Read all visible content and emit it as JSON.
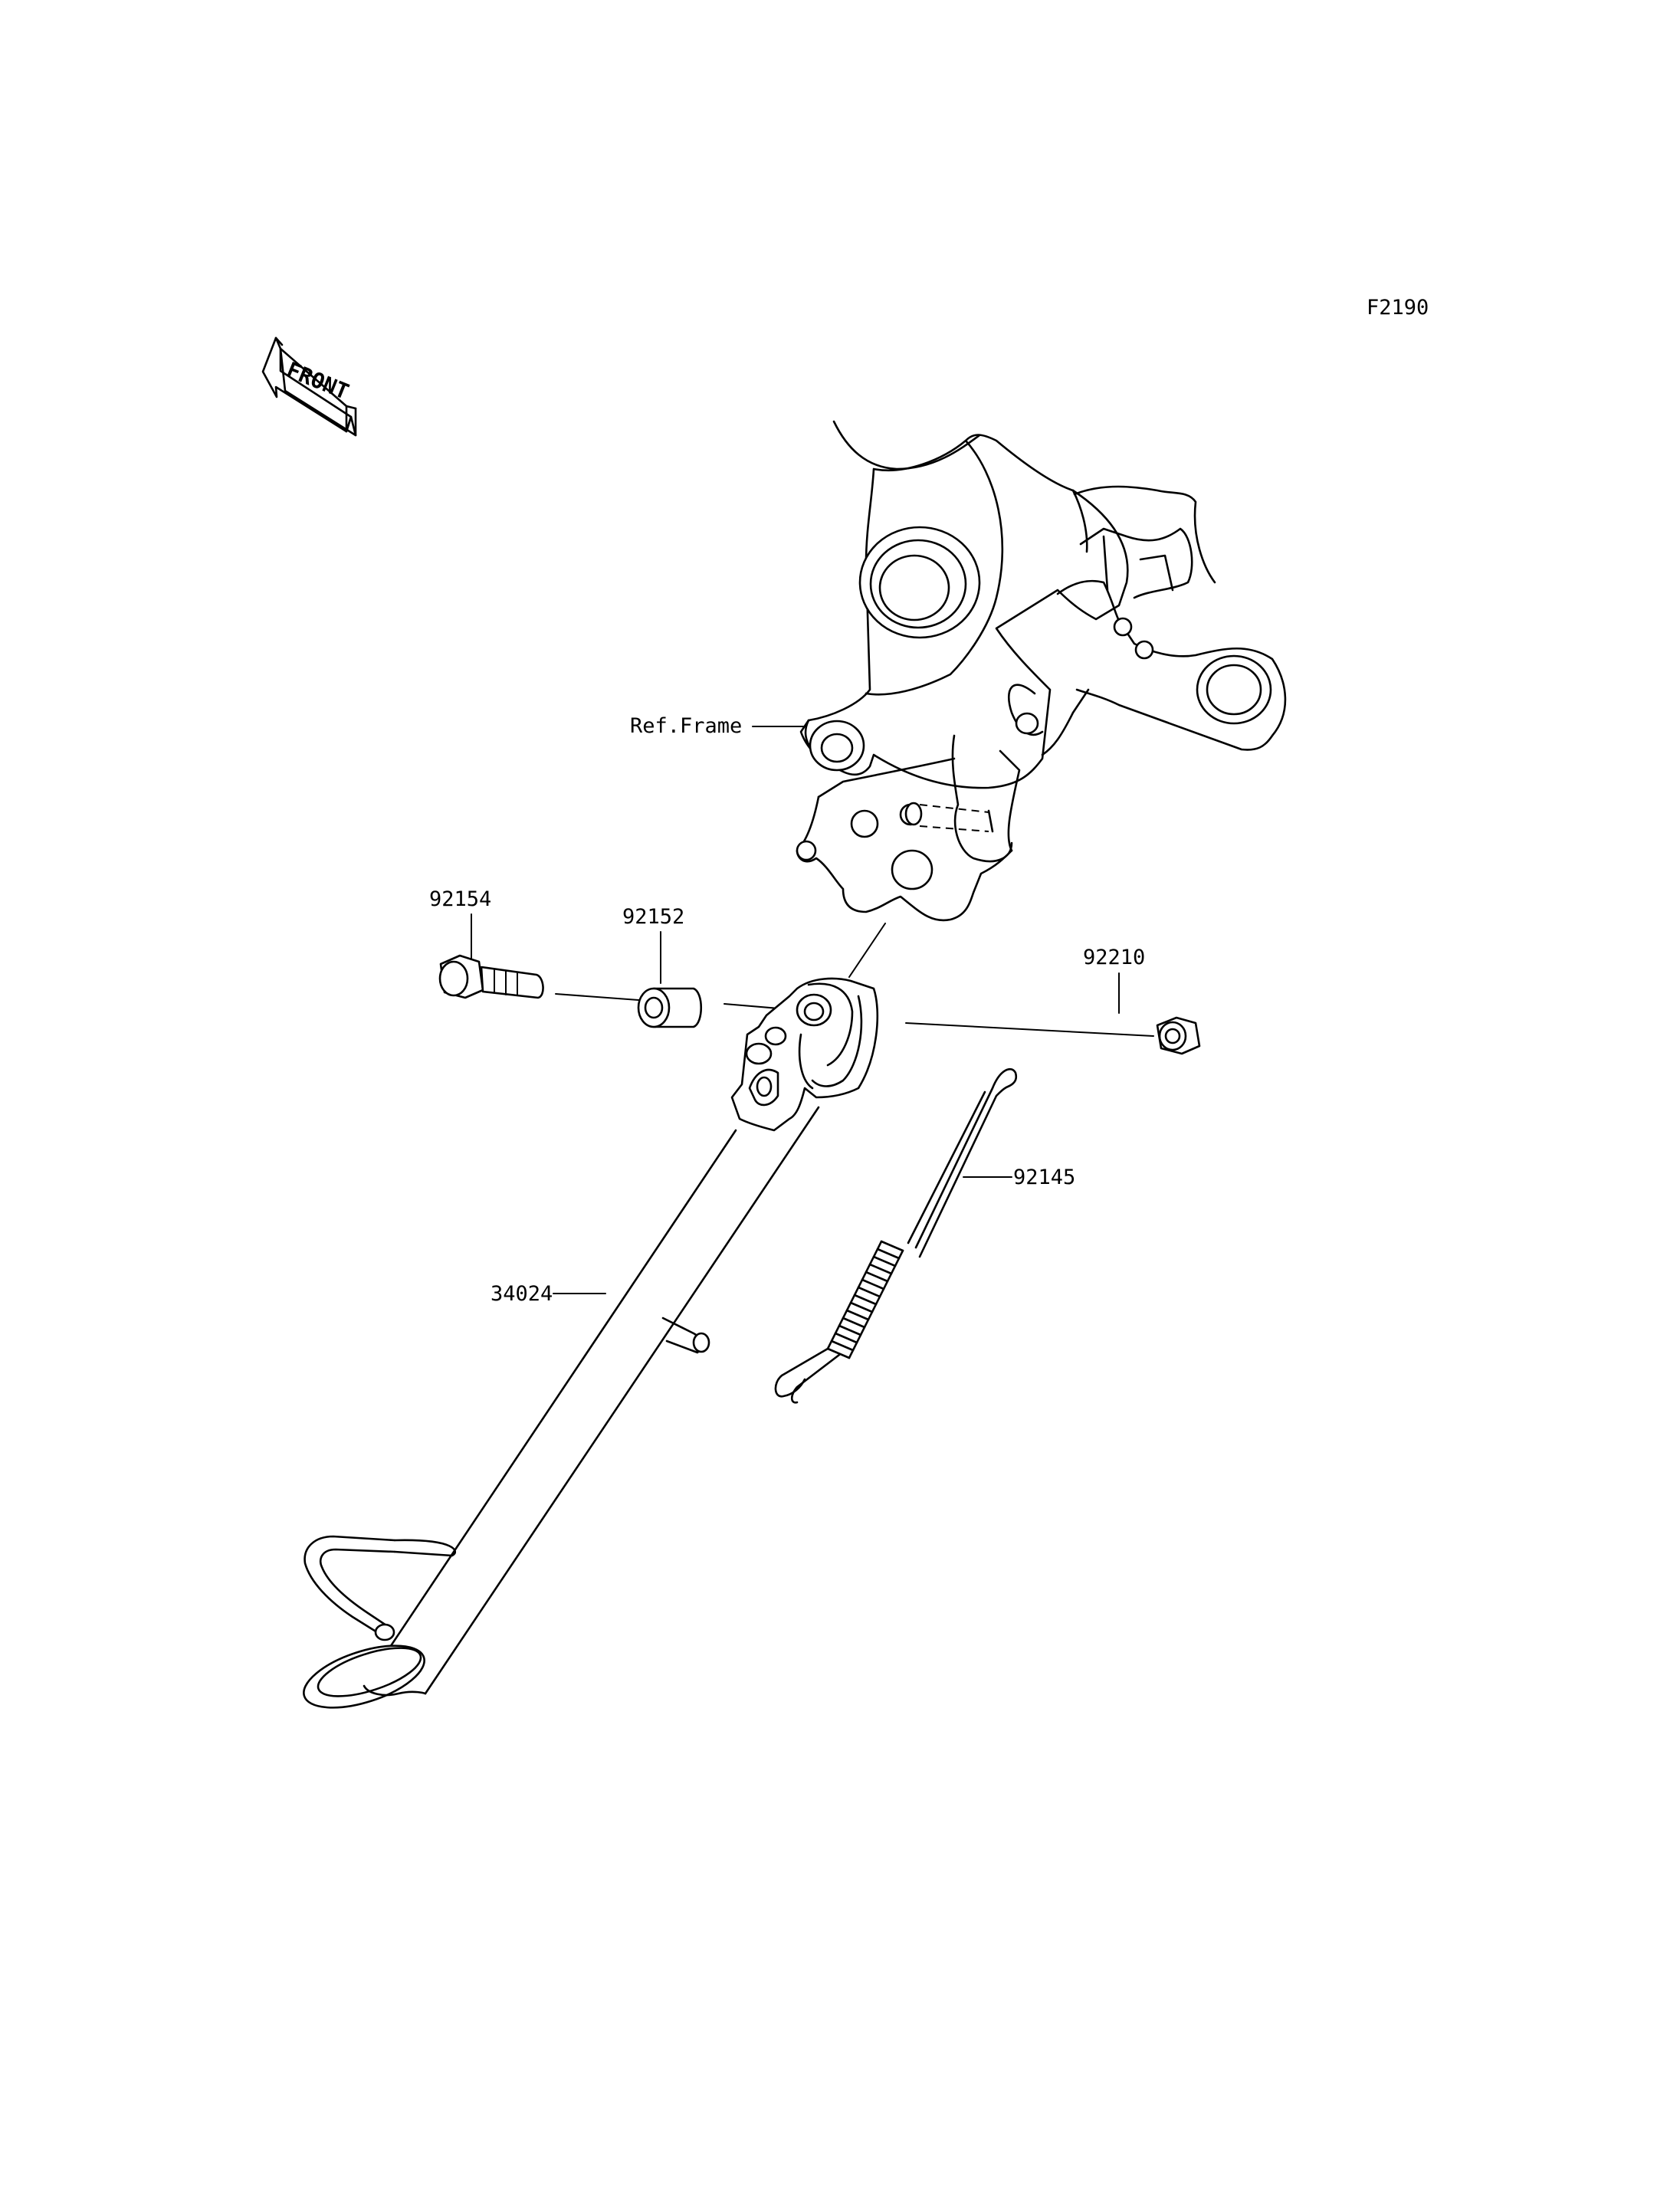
{
  "figure_code": "F2190",
  "front_arrow": {
    "text": "FRONT",
    "icon": "front-direction-arrow"
  },
  "callouts": {
    "ref_frame": "Ref.Frame",
    "bolt": "92154",
    "collar": "92152",
    "nut": "92210",
    "spring": "92145",
    "side_stand": "34024"
  }
}
